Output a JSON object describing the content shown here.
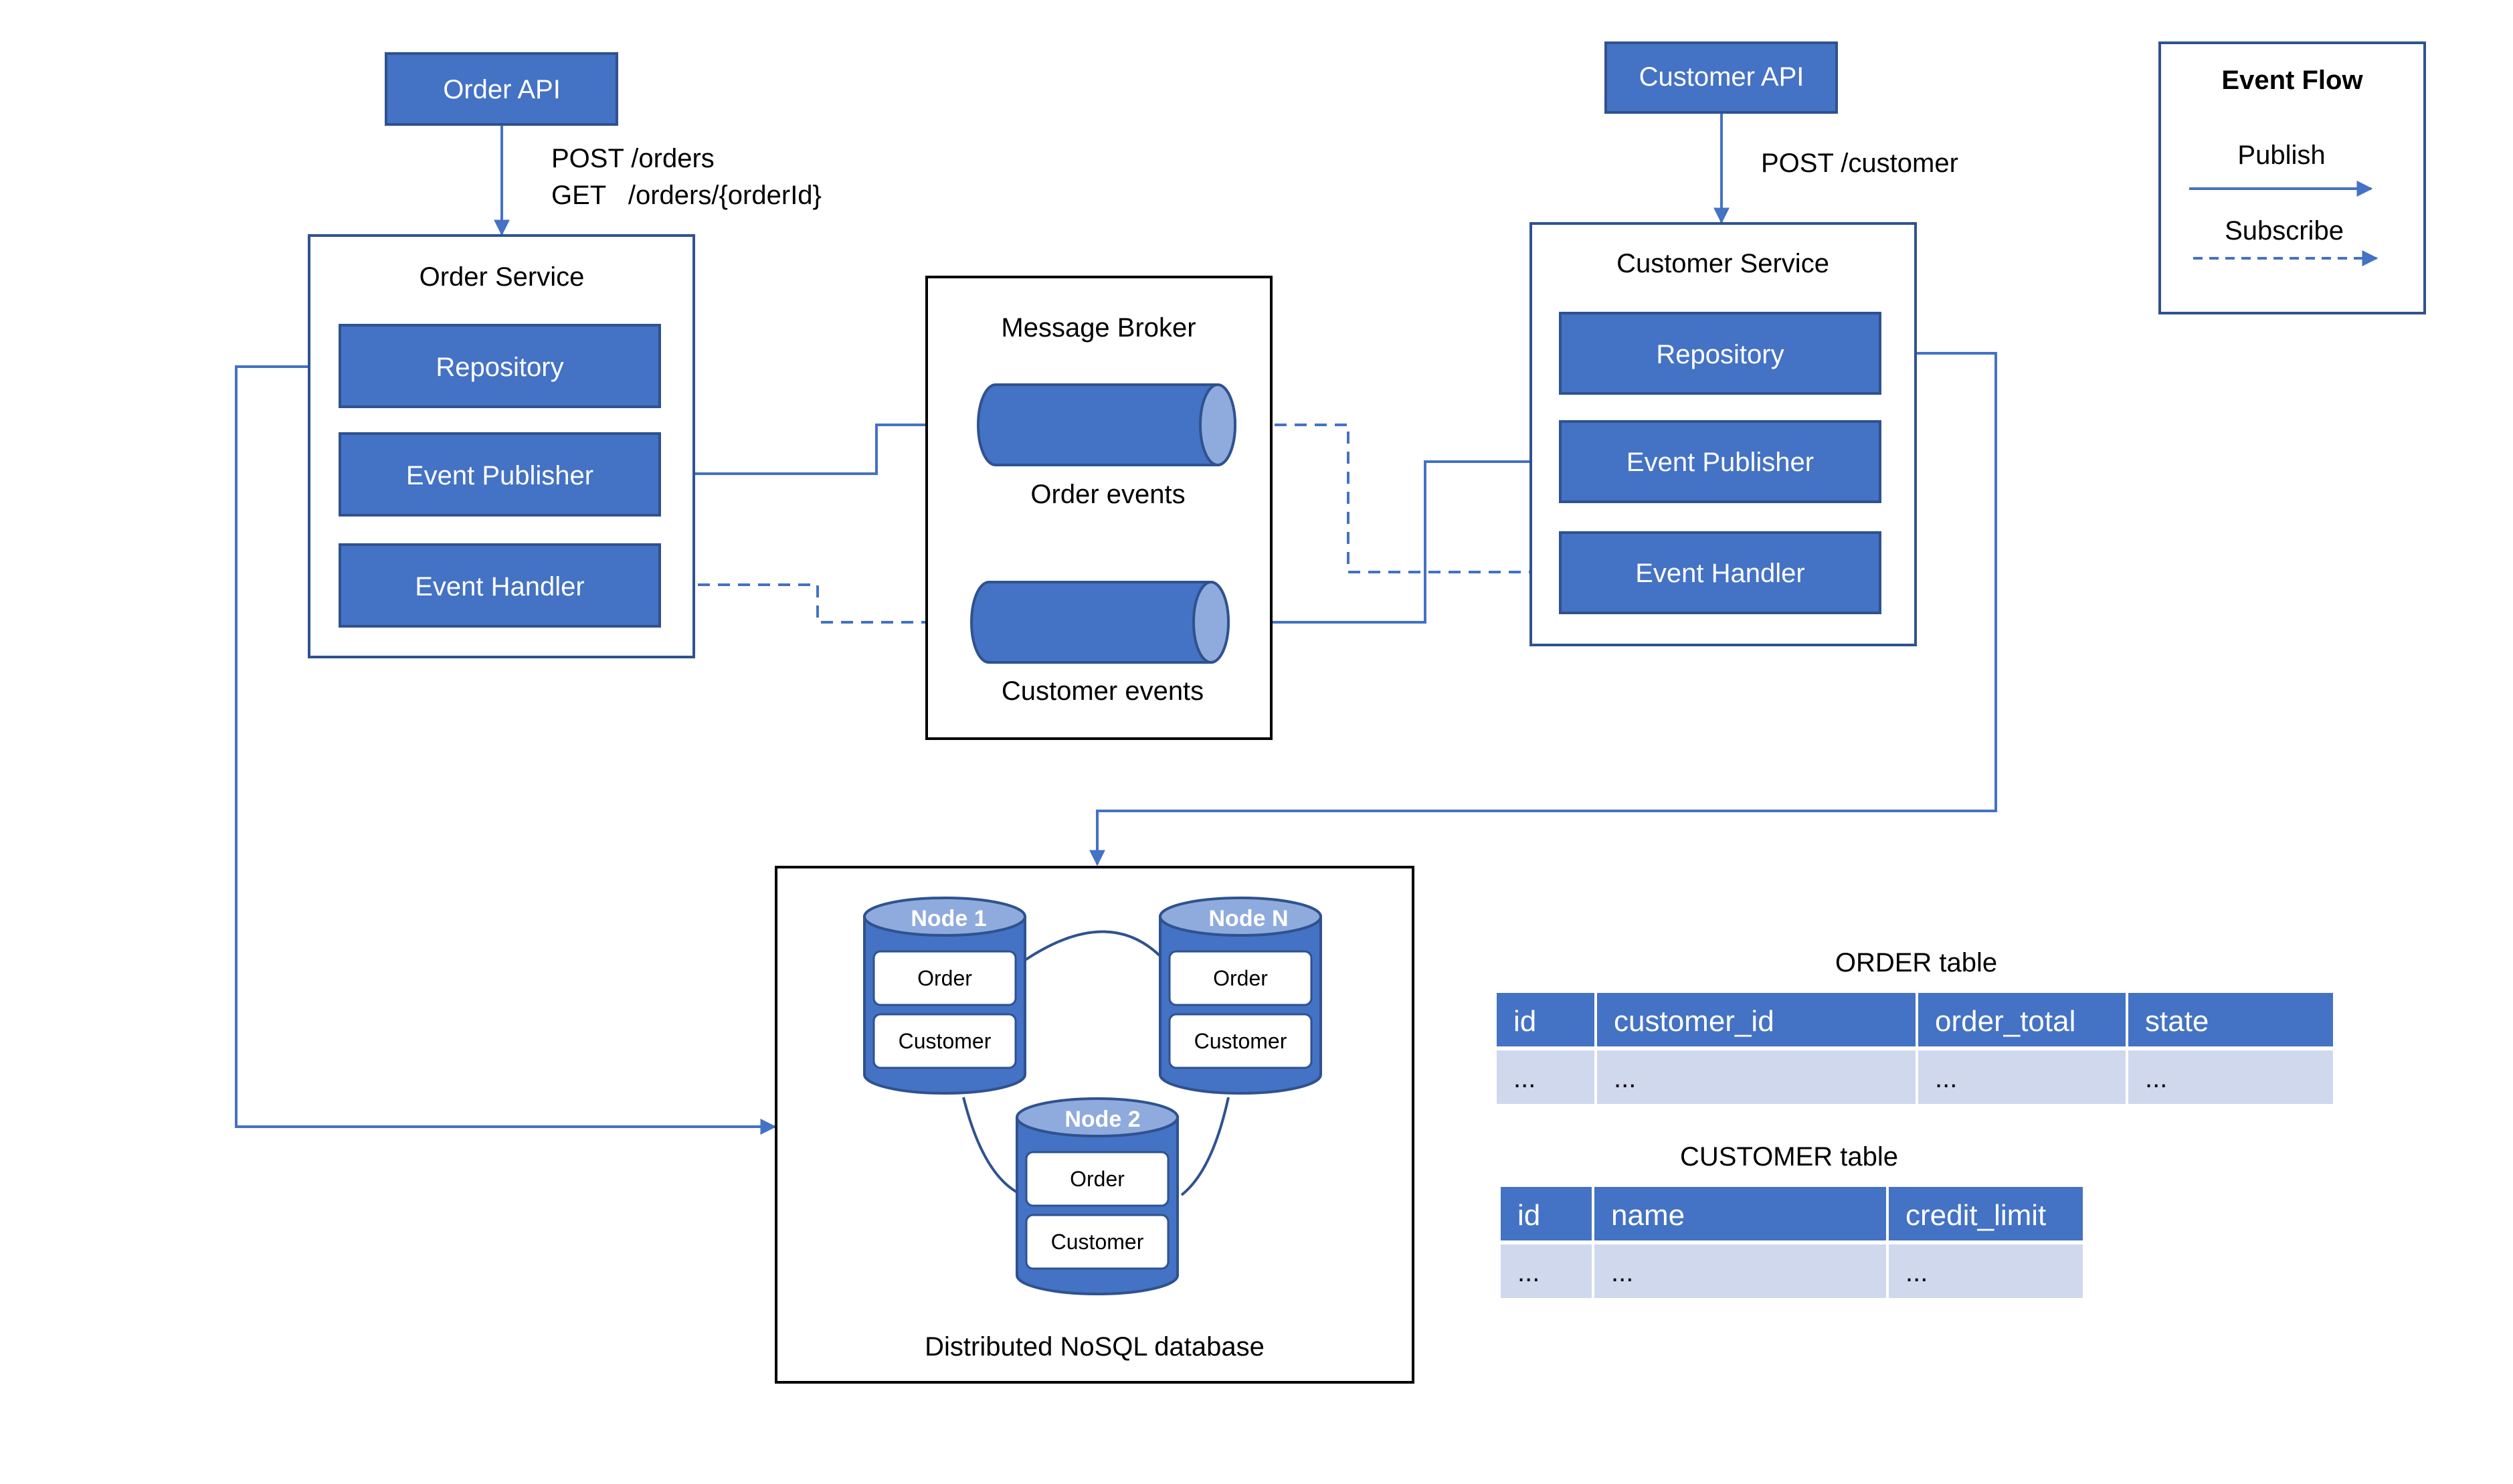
{
  "colors": {
    "primary": "#4472C4",
    "dark_border": "#2F528F",
    "light_fill": "#D0D8EE",
    "node_header": "#8FAADC",
    "line": "#4472C4"
  },
  "order_api": {
    "label": "Order API",
    "endpoint_post": "POST /orders",
    "endpoint_get": "GET   /orders/{orderId}"
  },
  "customer_api": {
    "label": "Customer API",
    "endpoint_post": "POST /customer"
  },
  "order_service": {
    "title": "Order Service",
    "repository": "Repository",
    "event_publisher": "Event Publisher",
    "event_handler": "Event Handler"
  },
  "customer_service": {
    "title": "Customer Service",
    "repository": "Repository",
    "event_publisher": "Event Publisher",
    "event_handler": "Event Handler"
  },
  "broker": {
    "title": "Message Broker",
    "order_events": "Order events",
    "customer_events": "Customer events"
  },
  "legend": {
    "title": "Event Flow",
    "publish": "Publish",
    "subscribe": "Subscribe"
  },
  "database": {
    "title": "Distributed NoSQL database",
    "nodes": [
      {
        "name": "Node 1",
        "order": "Order",
        "customer": "Customer"
      },
      {
        "name": "Node N",
        "order": "Order",
        "customer": "Customer"
      },
      {
        "name": "Node 2",
        "order": "Order",
        "customer": "Customer"
      }
    ]
  },
  "order_table": {
    "title": "ORDER table",
    "headers": [
      "id",
      "customer_id",
      "order_total",
      "state"
    ],
    "row": [
      "...",
      "...",
      "...",
      "..."
    ]
  },
  "customer_table": {
    "title": "CUSTOMER table",
    "headers": [
      "id",
      "name",
      "credit_limit"
    ],
    "row": [
      "...",
      "...",
      "..."
    ]
  }
}
